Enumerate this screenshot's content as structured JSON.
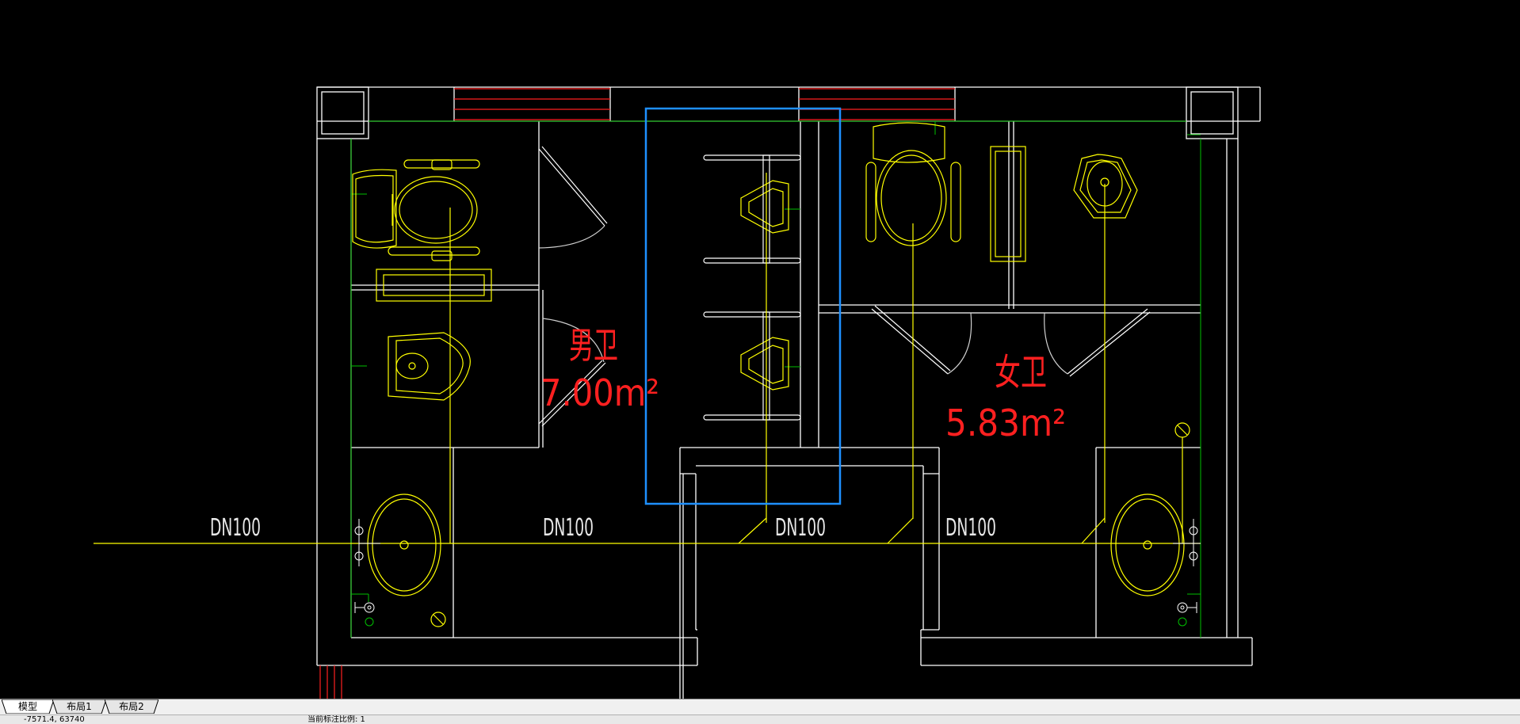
{
  "drawing": {
    "room_male": {
      "name": "男卫",
      "area": "7.00m²"
    },
    "room_female": {
      "name": "女卫",
      "area": "5.83m²"
    },
    "pipe_labels": [
      "DN100",
      "DN100",
      "DN100",
      "DN100"
    ],
    "colors": {
      "background": "#000000",
      "wall": "#ffffff",
      "fixture": "#ffff00",
      "pipe": "#ffff00",
      "window": "#ff0000",
      "dimension": "#00ff00",
      "selection": "#1e90ff",
      "room_text": "#ff0000"
    }
  },
  "tabs": [
    {
      "label": "模型",
      "active": true
    },
    {
      "label": "布局1",
      "active": false
    },
    {
      "label": "布局2",
      "active": false
    }
  ],
  "status": {
    "coords": "-7571.4, 63740",
    "message": "当前标注比例: 1"
  }
}
